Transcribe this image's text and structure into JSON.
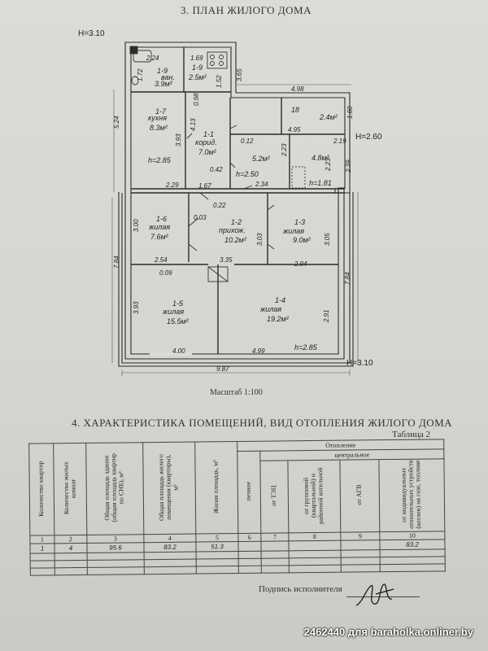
{
  "titles": {
    "plan": "3. ПЛАН ЖИЛОГО ДОМА",
    "characteristics": "4. ХАРАКТЕРИСТИКА ПОМЕЩЕНИЙ, ВИД ОТОПЛЕНИЯ ЖИЛОГО ДОМА",
    "table_no": "Таблица 2",
    "scale": "Масштаб 1:100"
  },
  "plan": {
    "heights": {
      "h_left": "H=3.10",
      "h_right_top": "H=2.60",
      "h_right_bottom": "H=3.10"
    },
    "rooms": {
      "bath_code": "1-9",
      "bath_name": "ван.",
      "bath_area": "3.9м²",
      "wc_code": "1-9",
      "wc_area": "2.5м²",
      "kitchen_code": "1-7",
      "kitchen_name": "кухня",
      "kitchen_area": "8.3м²",
      "kitchen_h": "h=2.85",
      "corridor_code": "1-1",
      "corridor_name": "корид.",
      "corridor_area": "7.0м²",
      "porch_area": "5.2м²",
      "porch_h": "h=2.50",
      "store_area": "4.8м²",
      "store_h": "h=1.81",
      "veranda_code": "18",
      "veranda_area": "2.4м²",
      "r16_code": "1-6",
      "r16_name": "жилая",
      "r16_area": "7.6м²",
      "r12_code": "1-2",
      "r12_name": "прихож.",
      "r12_area": "10.2м²",
      "r13_code": "1-3",
      "r13_name": "жилая",
      "r13_area": "9.0м²",
      "r15_code": "1-5",
      "r15_name": "жилая",
      "r15_area": "15.5м²",
      "r14_code": "1-4",
      "r14_name": "жилая",
      "r14_area": "19.2м²",
      "r14_h": "h=2.85"
    },
    "dims": {
      "d224": "2.24",
      "d169": "1.69",
      "d172": "1.72",
      "d152": "1.52",
      "d365": "3.65",
      "d498": "4.98",
      "d160": "1.60",
      "d524": "5.24",
      "d393": "3.93",
      "d413": "4.13",
      "d098": "0.98",
      "d012": "0.12",
      "d495": "4.95",
      "d223": "2.23",
      "d219": "2.19",
      "d229": "2.29",
      "d042": "0.42",
      "d167": "1.67",
      "d234": "2.34",
      "d239": "2.39",
      "d022": "0.22",
      "d003": "0.03",
      "d300": "3.00",
      "d303": "3.03",
      "d305": "3.05",
      "d784l": "7.84",
      "d784r": "7.84",
      "d254": "2.54",
      "d335": "3.35",
      "d294": "2.94",
      "d009": "0.09",
      "d393b": "3.93",
      "d291": "2.91",
      "d400": "4.00",
      "d499": "4.99",
      "d987": "9.87"
    }
  },
  "table": {
    "headers": {
      "c1": "Количество квартир",
      "c2": "Количество жилых комнат",
      "c3": "Общая площадь здания (общая площадь квартир по СНБ), м²",
      "c4": "Общая площадь жилого помещения (квартиры), м²",
      "c5": "Жилая площадь, м²",
      "heating": "Отопление",
      "central": "центральное",
      "c6": "печное",
      "c7": "от ТЭЦ",
      "c8": "от групповой (квартальной) и районной котельной",
      "c9": "от АГВ",
      "c10": "от индивидуальных отопительных устройств (котлов) на газе, топливе"
    },
    "numbers": [
      "1",
      "2",
      "3",
      "4",
      "5",
      "6",
      "7",
      "8",
      "9",
      "10"
    ],
    "values": {
      "c1": "1",
      "c2": "4",
      "c3": "95.6",
      "c4": "83.2",
      "c5": "51.3",
      "c10": "83.2"
    }
  },
  "signature": {
    "label": "Подпись исполнителя"
  },
  "watermark": "2462440 для baraholka.onliner.by"
}
